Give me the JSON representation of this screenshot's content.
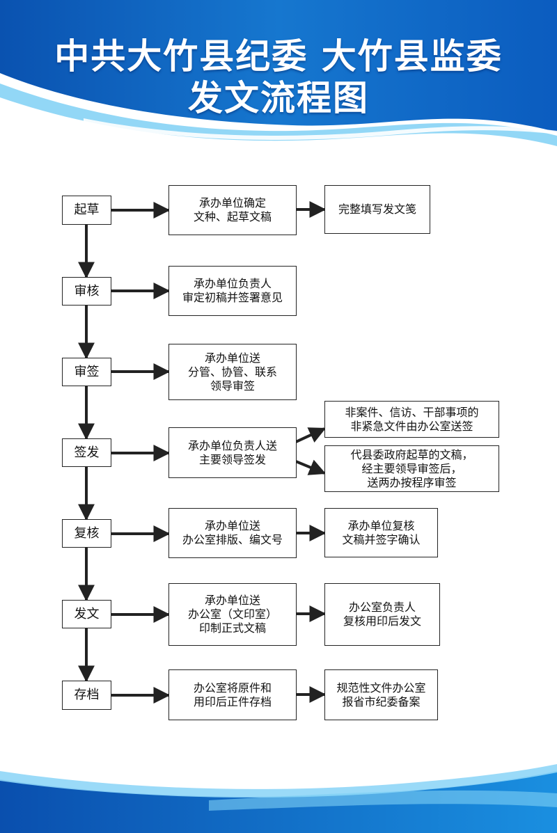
{
  "title": {
    "line1": "中共大竹县纪委 大竹县监委",
    "line2": "发文流程图"
  },
  "colors": {
    "banner_dark": "#0a52b0",
    "banner_light": "#1aa8e8",
    "line": "#222222"
  },
  "steps": {
    "s1": "起草",
    "s2": "审核",
    "s3": "审签",
    "s4": "签发",
    "s5": "复核",
    "s6": "发文",
    "s7": "存档"
  },
  "middle": {
    "m1": "承办单位确定\n文种、起草文稿",
    "m2": "承办单位负责人\n审定初稿并签署意见",
    "m3": "承办单位送\n分管、协管、联系\n领导审签",
    "m4": "承办单位负责人送\n主要领导签发",
    "m5": "承办单位送\n办公室排版、编文号",
    "m6": "承办单位送\n办公室（文印室）\n印制正式文稿",
    "m7": "办公室将原件和\n用印后正件存档"
  },
  "right": {
    "r1": "完整填写发文笺",
    "r4a": "非案件、信访、干部事项的\n非紧急文件由办公室送签",
    "r4b": "代县委政府起草的文稿，\n经主要领导审签后，\n送两办按程序审签",
    "r5": "承办单位复核\n文稿并签字确认",
    "r6": "办公室负责人\n复核用印后发文",
    "r7": "规范性文件办公室\n报省市纪委备案"
  }
}
